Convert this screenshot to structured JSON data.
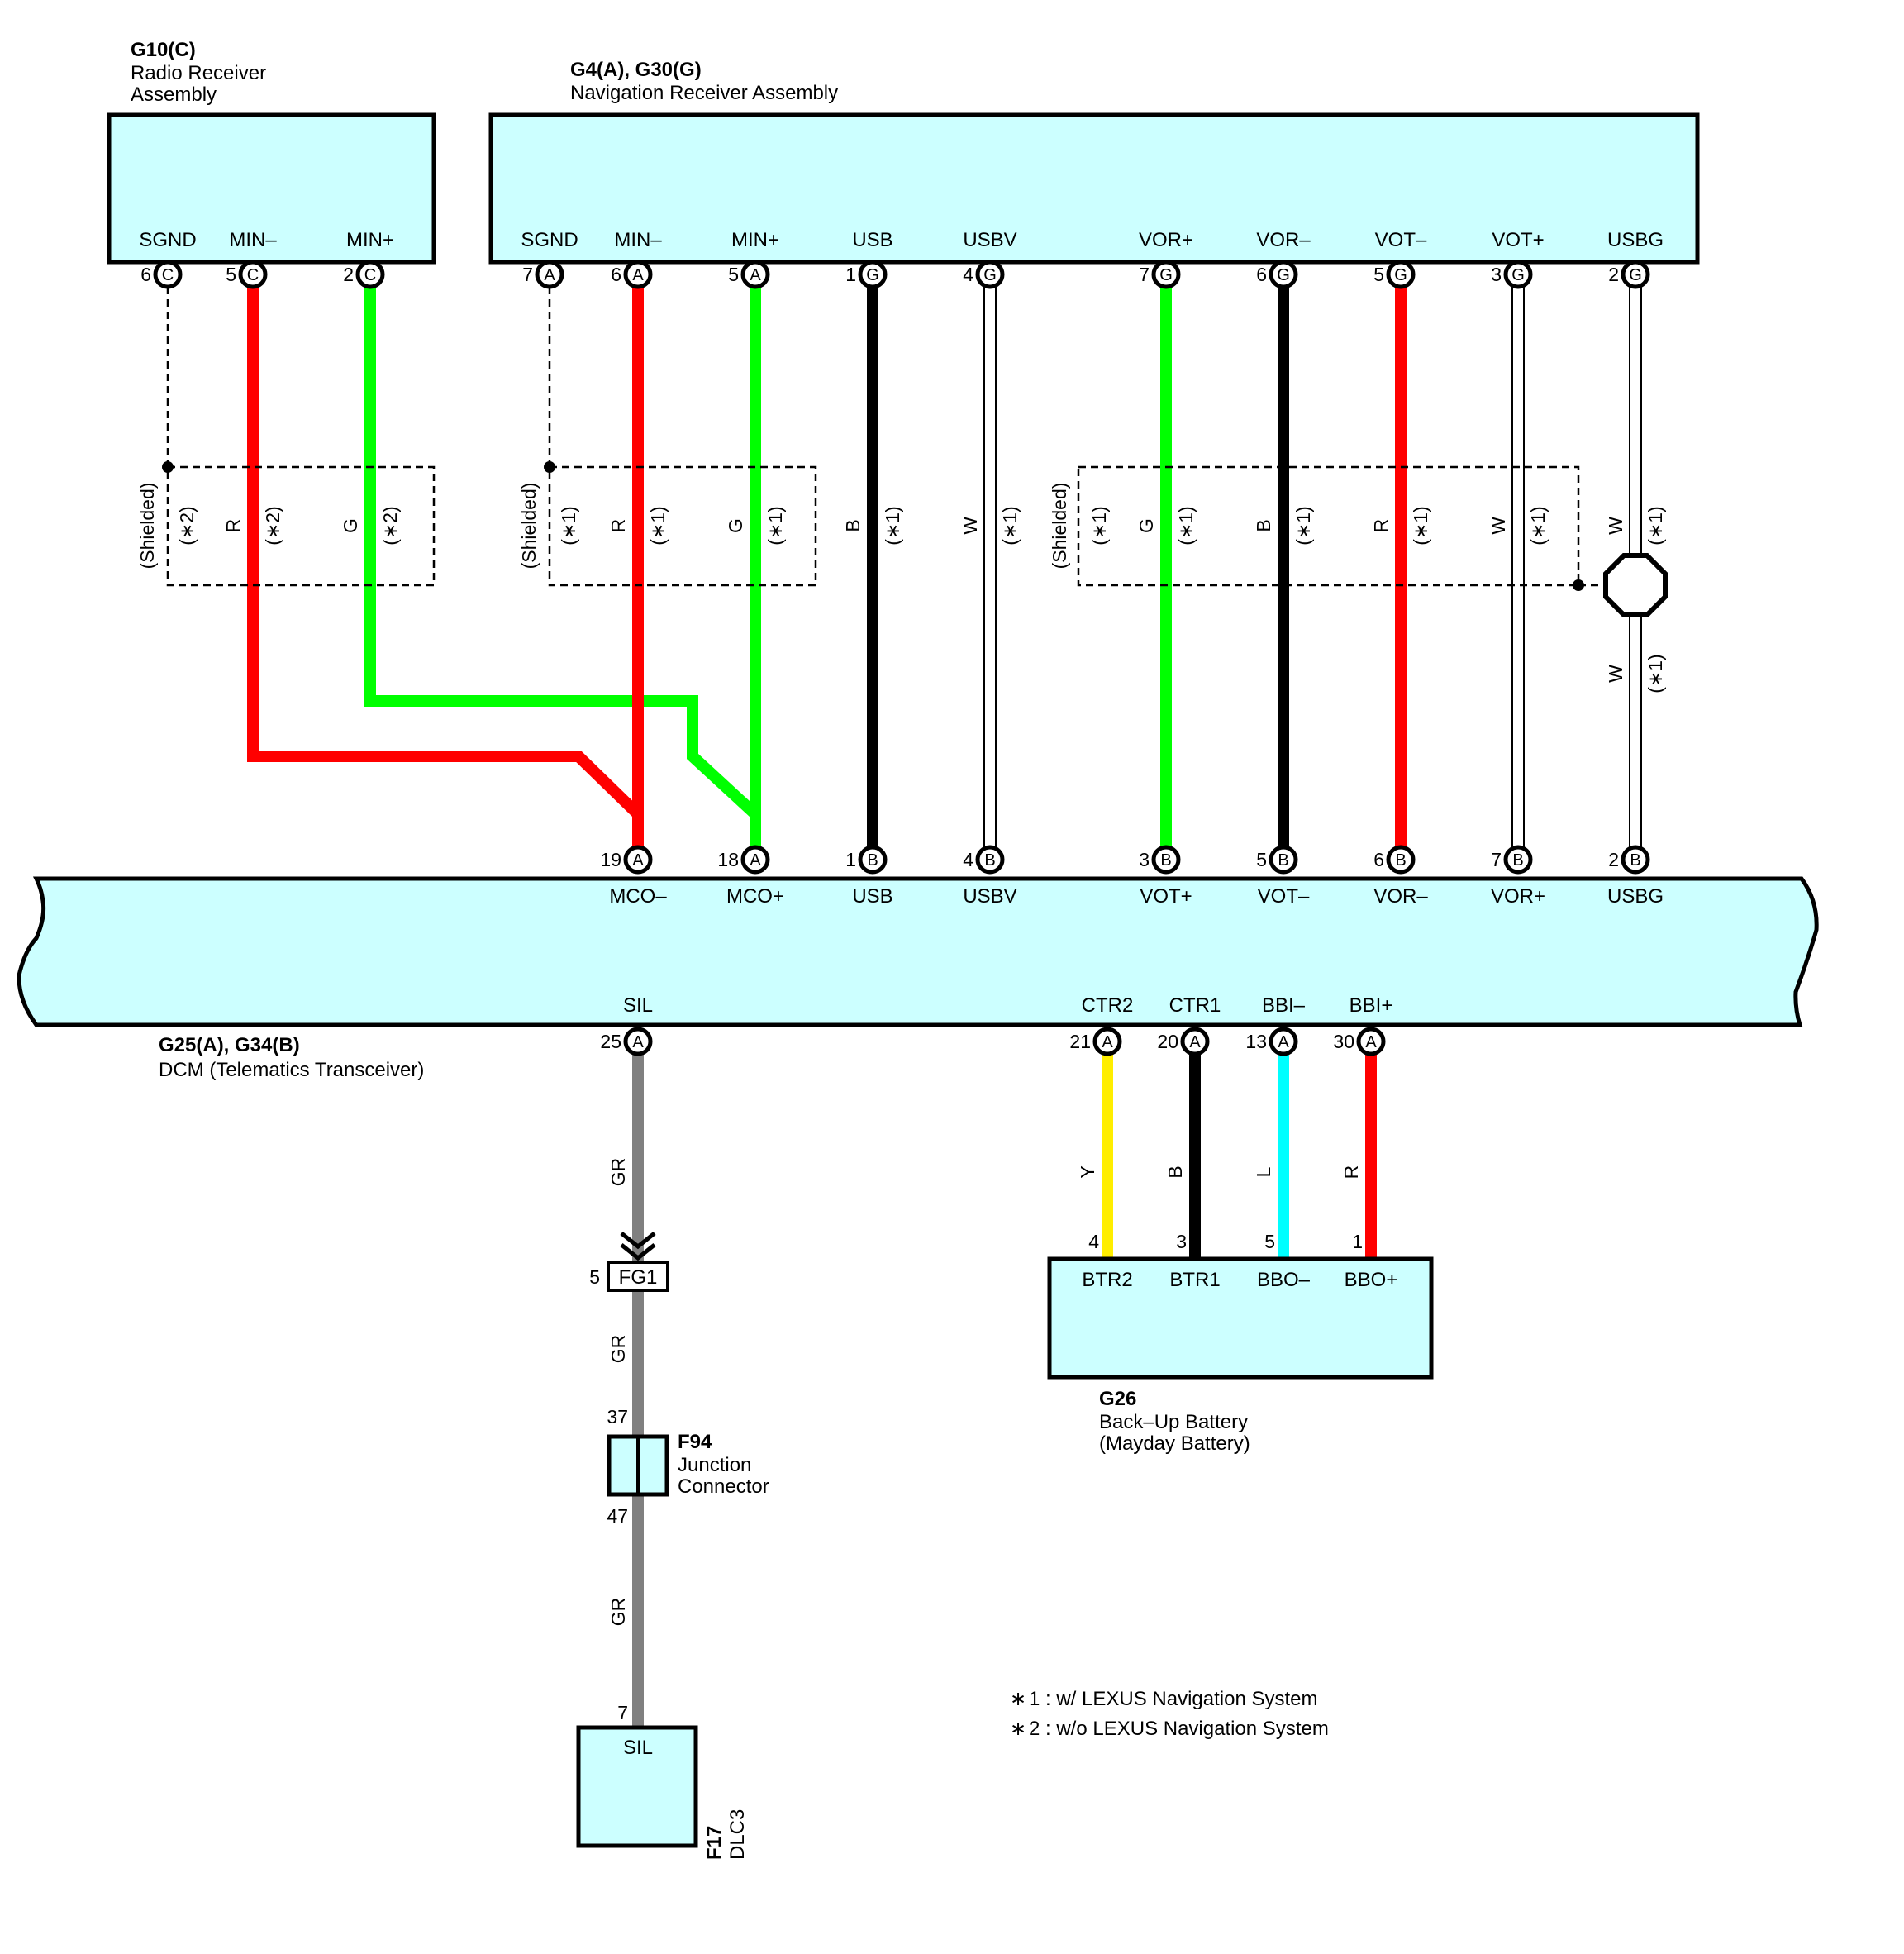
{
  "components": {
    "radio": {
      "title": "G10(C)",
      "line1": "Radio Receiver",
      "line2": "Assembly"
    },
    "nav": {
      "title": "G4(A), G30(G)",
      "line1": "Navigation Receiver Assembly"
    },
    "dcm": {
      "title": "G25(A), G34(B)",
      "line1": "DCM (Telematics Transceiver)"
    },
    "battery": {
      "title": "G26",
      "line1": "Back–Up Battery",
      "line2": "(Mayday Battery)"
    },
    "junction": {
      "title": "F94",
      "line1": "Junction",
      "line2": "Connector"
    },
    "dlc": {
      "title": "F17",
      "line1": "DLC3",
      "pin": "SIL"
    }
  },
  "radio_pins": [
    {
      "name": "SGND",
      "num": "6",
      "conn": "C"
    },
    {
      "name": "MIN–",
      "num": "5",
      "conn": "C"
    },
    {
      "name": "MIN+",
      "num": "2",
      "conn": "C"
    }
  ],
  "nav_pins": [
    {
      "name": "SGND",
      "num": "7",
      "conn": "A"
    },
    {
      "name": "MIN–",
      "num": "6",
      "conn": "A"
    },
    {
      "name": "MIN+",
      "num": "5",
      "conn": "A"
    },
    {
      "name": "USB",
      "num": "1",
      "conn": "G"
    },
    {
      "name": "USBV",
      "num": "4",
      "conn": "G"
    },
    {
      "name": "VOR+",
      "num": "7",
      "conn": "G"
    },
    {
      "name": "VOR–",
      "num": "6",
      "conn": "G"
    },
    {
      "name": "VOT–",
      "num": "5",
      "conn": "G"
    },
    {
      "name": "VOT+",
      "num": "3",
      "conn": "G"
    },
    {
      "name": "USBG",
      "num": "2",
      "conn": "G"
    }
  ],
  "dcm_top_pins": [
    {
      "name": "MCO–",
      "num": "19",
      "conn": "A"
    },
    {
      "name": "MCO+",
      "num": "18",
      "conn": "A"
    },
    {
      "name": "USB",
      "num": "1",
      "conn": "B"
    },
    {
      "name": "USBV",
      "num": "4",
      "conn": "B"
    },
    {
      "name": "VOT+",
      "num": "3",
      "conn": "B"
    },
    {
      "name": "VOT–",
      "num": "5",
      "conn": "B"
    },
    {
      "name": "VOR–",
      "num": "6",
      "conn": "B"
    },
    {
      "name": "VOR+",
      "num": "7",
      "conn": "B"
    },
    {
      "name": "USBG",
      "num": "2",
      "conn": "B"
    }
  ],
  "dcm_bottom_pins": [
    {
      "name": "SIL",
      "num": "25",
      "conn": "A"
    },
    {
      "name": "CTR2",
      "num": "21",
      "conn": "A"
    },
    {
      "name": "CTR1",
      "num": "20",
      "conn": "A"
    },
    {
      "name": "BBI–",
      "num": "13",
      "conn": "A"
    },
    {
      "name": "BBI+",
      "num": "30",
      "conn": "A"
    }
  ],
  "battery_pins": [
    {
      "name": "BTR2",
      "num": "4"
    },
    {
      "name": "BTR1",
      "num": "3"
    },
    {
      "name": "BBO–",
      "num": "5"
    },
    {
      "name": "BBO+",
      "num": "1"
    }
  ],
  "wire_labels": {
    "shielded": "(Shielded)",
    "note1": "(∗1)",
    "note2": "(∗2)",
    "R": "R",
    "G": "G",
    "B": "B",
    "W": "W",
    "Y": "Y",
    "L": "L",
    "GR": "GR"
  },
  "sil_path": {
    "fg1_label": "FG1",
    "fg1_num": "5",
    "j_in_num": "37",
    "j_out_num": "47",
    "dlc_num": "7"
  },
  "notes": [
    {
      "mark": "∗",
      "text": "1 : w/ LEXUS Navigation System"
    },
    {
      "mark": "∗",
      "text": "2 : w/o LEXUS Navigation System"
    }
  ],
  "wire_colors": {
    "red": "#ff0000",
    "green": "#00ff00",
    "black": "#000000",
    "white": "#ffffff",
    "yellow": "#ffee00",
    "blue": "#00ffff",
    "gray": "#808080",
    "box_fill": "#ccffff"
  }
}
